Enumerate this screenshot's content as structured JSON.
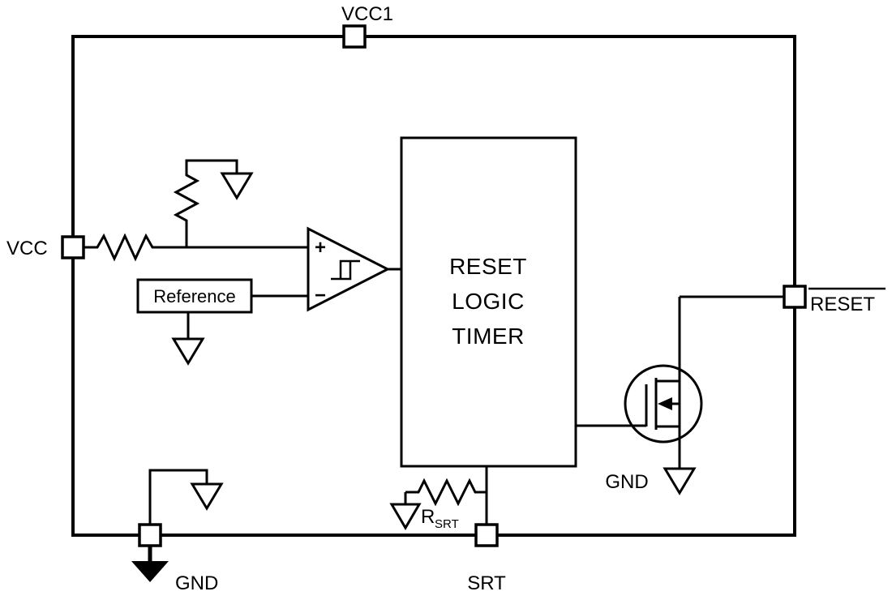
{
  "diagram": {
    "pins": {
      "vcc1": "VCC1",
      "vcc": "VCC",
      "reset": "RESET",
      "gnd": "GND",
      "srt": "SRT"
    },
    "blocks": {
      "reference": "Reference",
      "reset_logic": {
        "line1": "RESET",
        "line2": "LOGIC",
        "line3": "TIMER"
      }
    },
    "labels": {
      "mosfet_gnd": "GND",
      "r_srt_base": "R",
      "r_srt_sub": "SRT",
      "comp_plus": "+",
      "comp_minus": "−"
    },
    "colors": {
      "line": "#000000",
      "background": "#ffffff"
    }
  }
}
